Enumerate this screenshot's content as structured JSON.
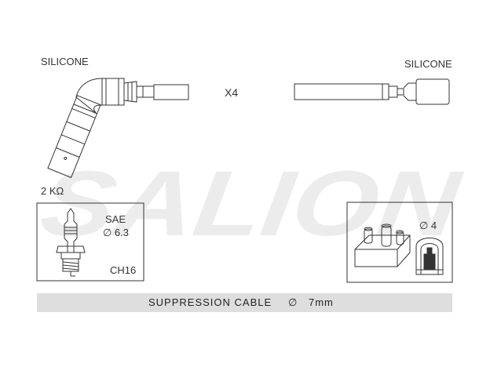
{
  "labels": {
    "left_material": "SILICONE",
    "right_material": "SILICONE",
    "quantity": "X4",
    "resistance": "2 KΩ",
    "plug_standard": "SAE",
    "plug_diameter": "∅ 6.3",
    "plug_hex": "CH16",
    "coil_diameter": "∅ 4"
  },
  "footer": {
    "cable_type": "SUPPRESSION CABLE",
    "diameter_symbol": "∅",
    "diameter_value": "7mm"
  },
  "watermark": {
    "text": "SALION"
  },
  "colors": {
    "line": "#333333",
    "footer_bg": "#dedede",
    "watermark": "#ececec"
  }
}
